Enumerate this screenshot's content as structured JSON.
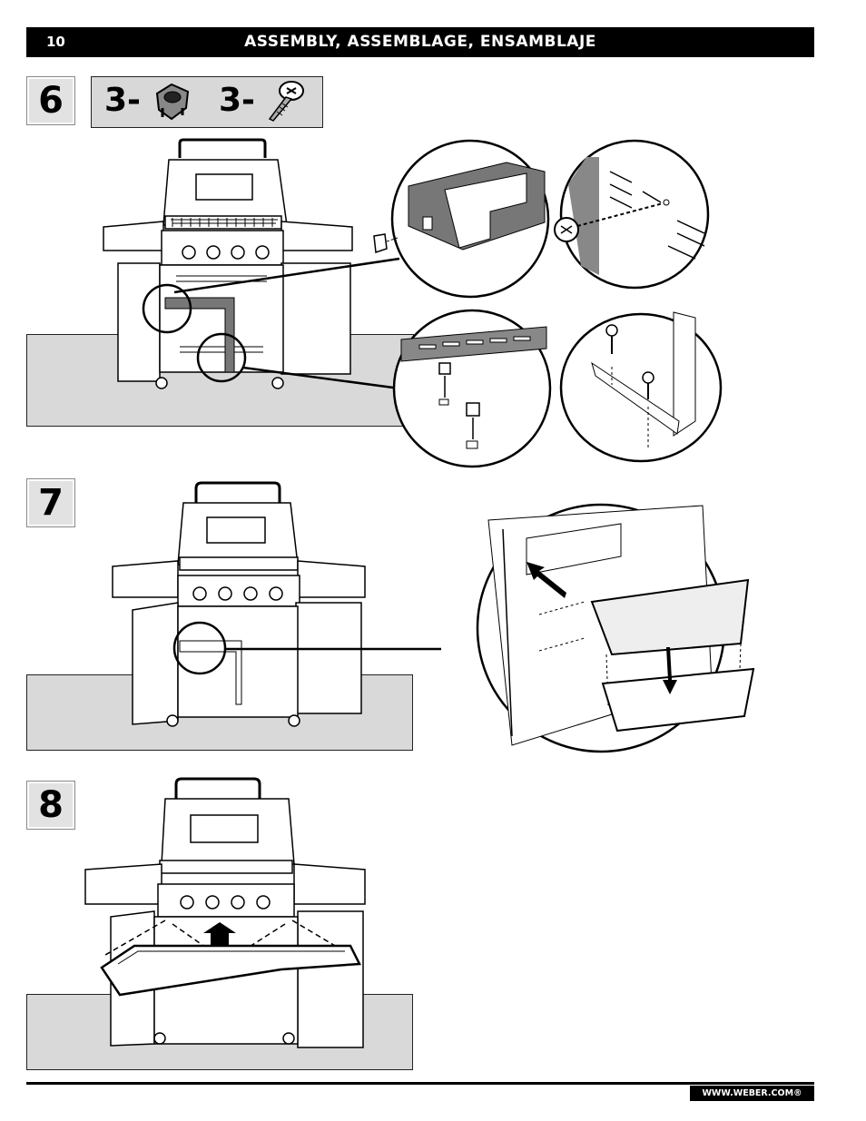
{
  "header": {
    "page_number": "10",
    "title": "ASSEMBLY, ASSEMBLAGE, ENSAMBLAJE"
  },
  "steps": [
    {
      "number": "6",
      "parts": [
        {
          "qty": "3-",
          "icon": "clip-nut-icon"
        },
        {
          "qty": "3-",
          "icon": "screw-icon"
        }
      ]
    },
    {
      "number": "7"
    },
    {
      "number": "8"
    }
  ],
  "footer": {
    "website": "WWW.WEBER.COM®"
  }
}
